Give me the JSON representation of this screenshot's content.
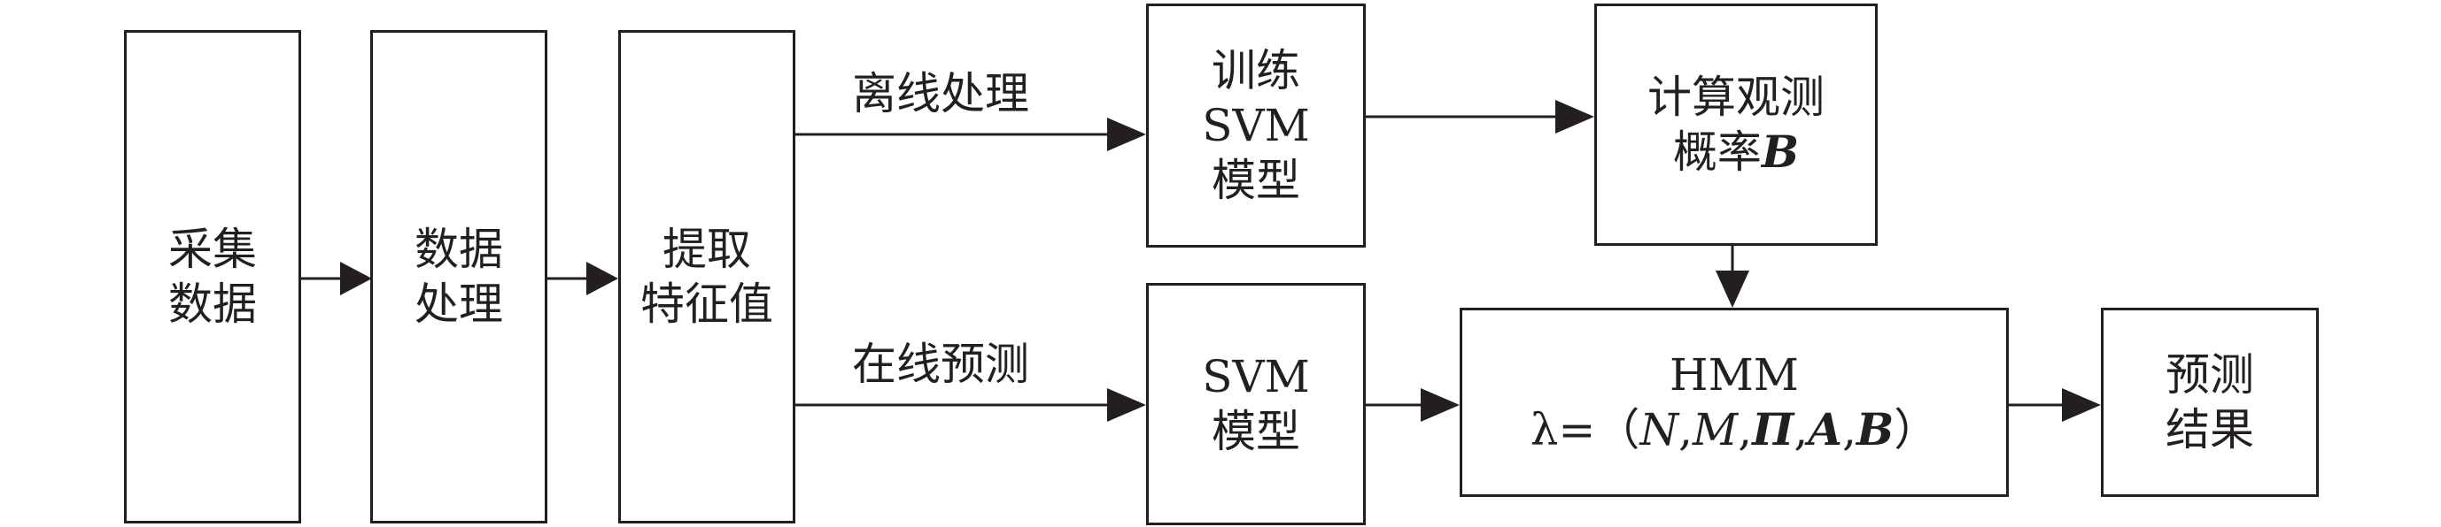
{
  "diagram": {
    "nodes": {
      "collect": {
        "lines": [
          "采集",
          "数据"
        ]
      },
      "process": {
        "lines": [
          "数据",
          "处理"
        ]
      },
      "extract": {
        "lines": [
          "提取",
          "特征值"
        ]
      },
      "train": {
        "lines": [
          "训练",
          "SVM",
          "模型"
        ]
      },
      "compute": {
        "line1": "计算观测",
        "line2_text": "概率",
        "line2_symbol": "B"
      },
      "svm": {
        "lines": [
          "SVM",
          "模型"
        ]
      },
      "hmm": {
        "title": "HMM",
        "formula": {
          "lambda": "λ=（",
          "N": "N",
          "sep1": ",",
          "M": "M",
          "sep2": ",",
          "Pi": "Π",
          "sep3": ",",
          "A": "A",
          "sep4": ",",
          "B": "B",
          "close": "）"
        }
      },
      "result": {
        "lines": [
          "预测",
          "结果"
        ]
      }
    },
    "edge_labels": {
      "offline": "离线处理",
      "online": "在线预测"
    }
  }
}
